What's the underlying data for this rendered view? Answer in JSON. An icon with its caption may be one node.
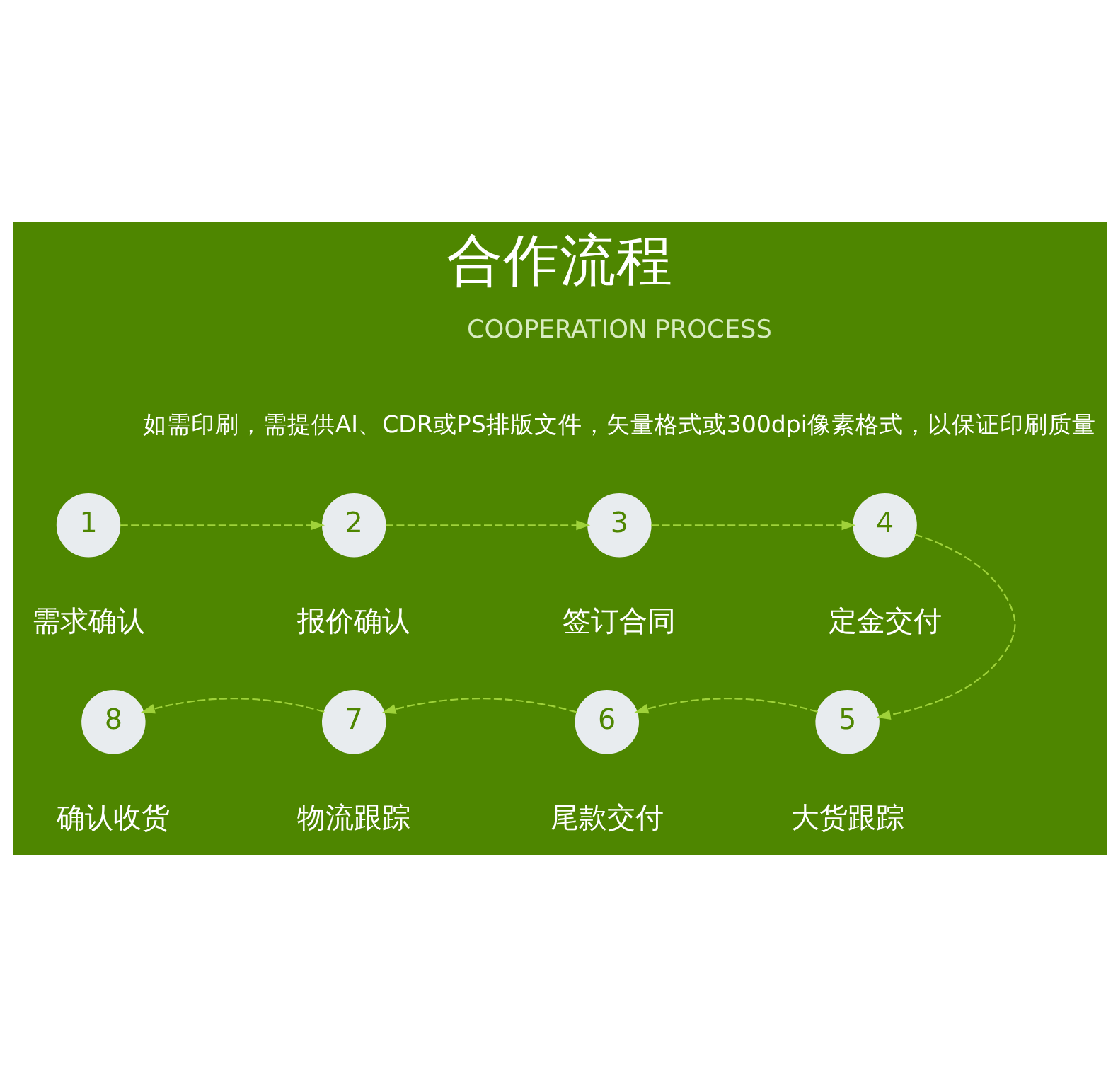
{
  "diagram": {
    "title": "合作流程",
    "nodes": [
      {
        "text": [
          "1"
        ],
        "beside": [
          "需求确认"
        ]
      },
      {
        "text": [
          "2"
        ],
        "beside": [
          "报价确认"
        ]
      },
      {
        "text": [
          "3"
        ],
        "beside": [
          "签订合同"
        ]
      },
      {
        "text": [
          "4"
        ],
        "beside": [
          "定金交付"
        ]
      },
      {
        "text": [
          "5"
        ],
        "beside": [
          "大货跟踪"
        ]
      },
      {
        "text": [
          "6"
        ],
        "beside": [
          "尾款交付"
        ]
      },
      {
        "text": [
          "7"
        ],
        "beside": [
          "物流跟踪"
        ]
      },
      {
        "text": [
          "8"
        ],
        "beside": [
          "确认收货"
        ]
      }
    ],
    "edges": [
      {
        "from": 0,
        "to": 1,
        "arrow": "to",
        "style": "dashed"
      },
      {
        "from": 1,
        "to": 2,
        "arrow": "to",
        "style": "dashed"
      },
      {
        "from": 2,
        "to": 3,
        "arrow": "to",
        "style": "dashed"
      },
      {
        "from": 3,
        "to": 4,
        "arrow": "to",
        "style": "dashed"
      },
      {
        "from": 4,
        "to": 5,
        "arrow": "to",
        "style": "dashed"
      },
      {
        "from": 5,
        "to": 6,
        "arrow": "to",
        "style": "dashed"
      },
      {
        "from": 6,
        "to": 7,
        "arrow": "to",
        "style": "dashed"
      }
    ],
    "labels": [
      "COOPERATION PROCESS",
      "如需印刷，需提供AI、CDR或PS排版文件，矢量格式或300dpi像素格式，以保证印刷质量"
    ]
  }
}
